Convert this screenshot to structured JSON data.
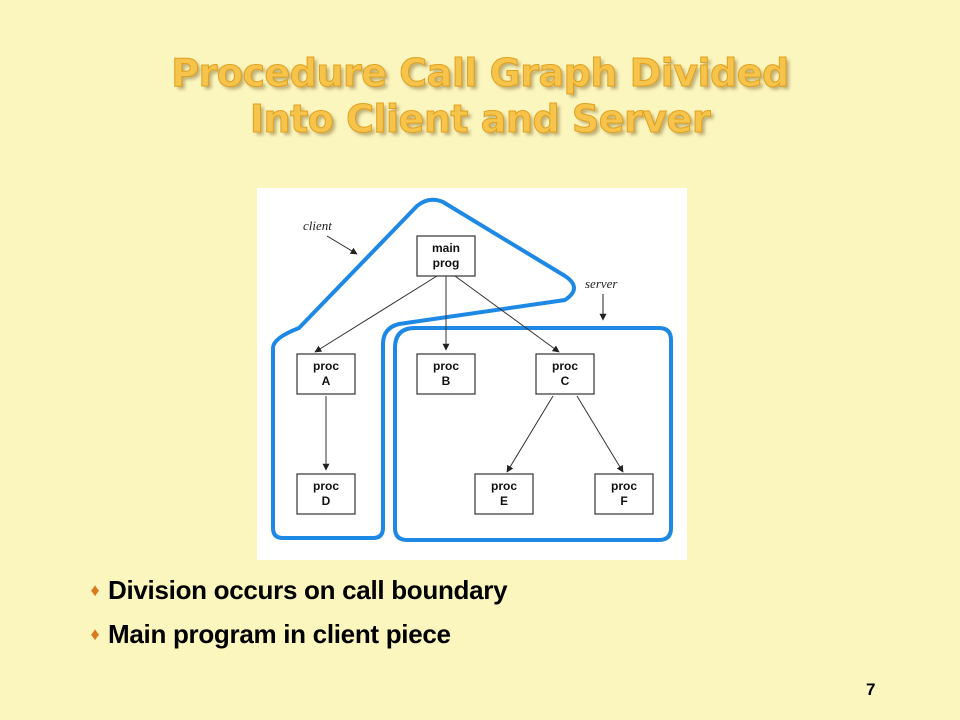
{
  "slide": {
    "title_line1": "Procedure Call Graph Divided",
    "title_line2": "Into Client and Server",
    "page_number": "7"
  },
  "diagram": {
    "client_label": "client",
    "server_label": "server",
    "nodes": {
      "main": {
        "line1": "main",
        "line2": "prog"
      },
      "a": {
        "line1": "proc",
        "line2": "A"
      },
      "b": {
        "line1": "proc",
        "line2": "B"
      },
      "c": {
        "line1": "proc",
        "line2": "C"
      },
      "d": {
        "line1": "proc",
        "line2": "D"
      },
      "e": {
        "line1": "proc",
        "line2": "E"
      },
      "f": {
        "line1": "proc",
        "line2": "F"
      }
    },
    "boundary_color": "#1E88E5"
  },
  "bullets": [
    {
      "icon": "diamond-icon",
      "text": "Division occurs on call boundary"
    },
    {
      "icon": "diamond-icon",
      "text": "Main program in client piece"
    }
  ],
  "colors": {
    "background": "#FBF6BE",
    "title": "#F6C44A",
    "bullet_marker": "#D97A1E"
  }
}
